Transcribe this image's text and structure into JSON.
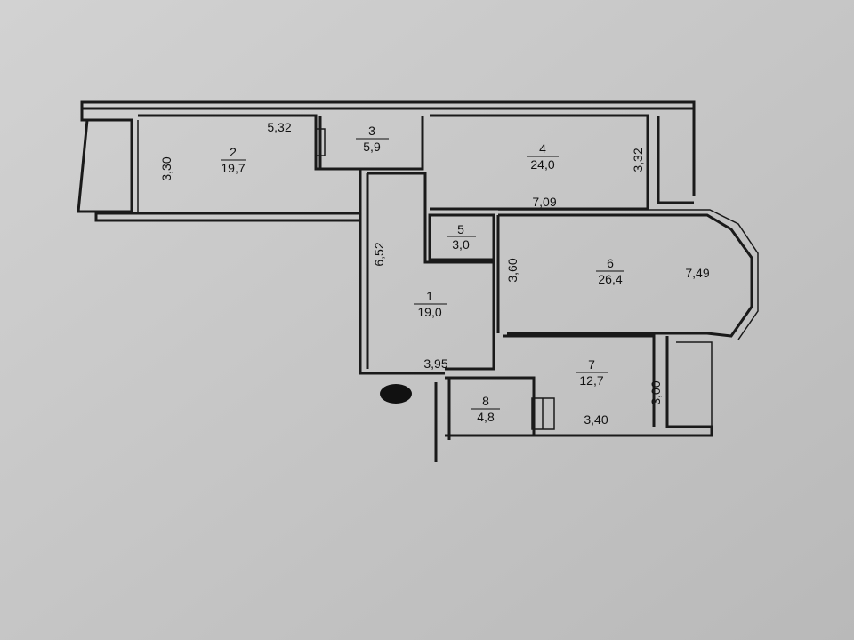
{
  "rooms": [
    {
      "number": "1",
      "area": "19,0"
    },
    {
      "number": "2",
      "area": "19,7"
    },
    {
      "number": "3",
      "area": "5,9"
    },
    {
      "number": "4",
      "area": "24,0"
    },
    {
      "number": "5",
      "area": "3,0"
    },
    {
      "number": "6",
      "area": "26,4"
    },
    {
      "number": "7",
      "area": "12,7"
    },
    {
      "number": "8",
      "area": "4,8"
    }
  ],
  "dimensions": {
    "room2_width": "5,32",
    "room2_depth": "3,30",
    "room4_depth": "3,32",
    "room6_top": "7,09",
    "room6_length": "7,49",
    "room1_length": "6,52",
    "room6_depth": "3,60",
    "room1_width": "3,95",
    "room7_width": "3,40",
    "room7_depth": "3,00"
  },
  "colors": {
    "paper": "#c9c9c9",
    "ink": "#1a1a1a"
  }
}
